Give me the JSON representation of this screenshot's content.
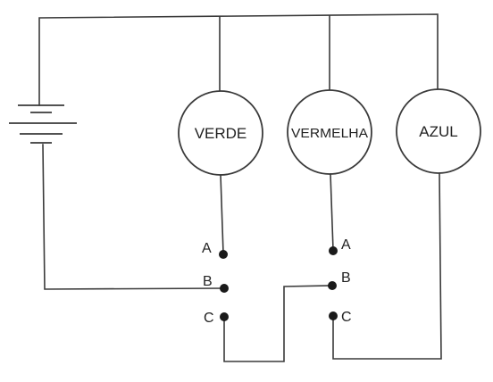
{
  "lamps": {
    "green": {
      "label": "VERDE"
    },
    "red": {
      "label": "VERMELHA"
    },
    "blue": {
      "label": "AZUL"
    }
  },
  "left_switch": {
    "terminal_a": "A",
    "terminal_b": "B",
    "terminal_c": "C"
  },
  "right_switch": {
    "terminal_a": "A",
    "terminal_b": "B",
    "terminal_c": "C"
  }
}
